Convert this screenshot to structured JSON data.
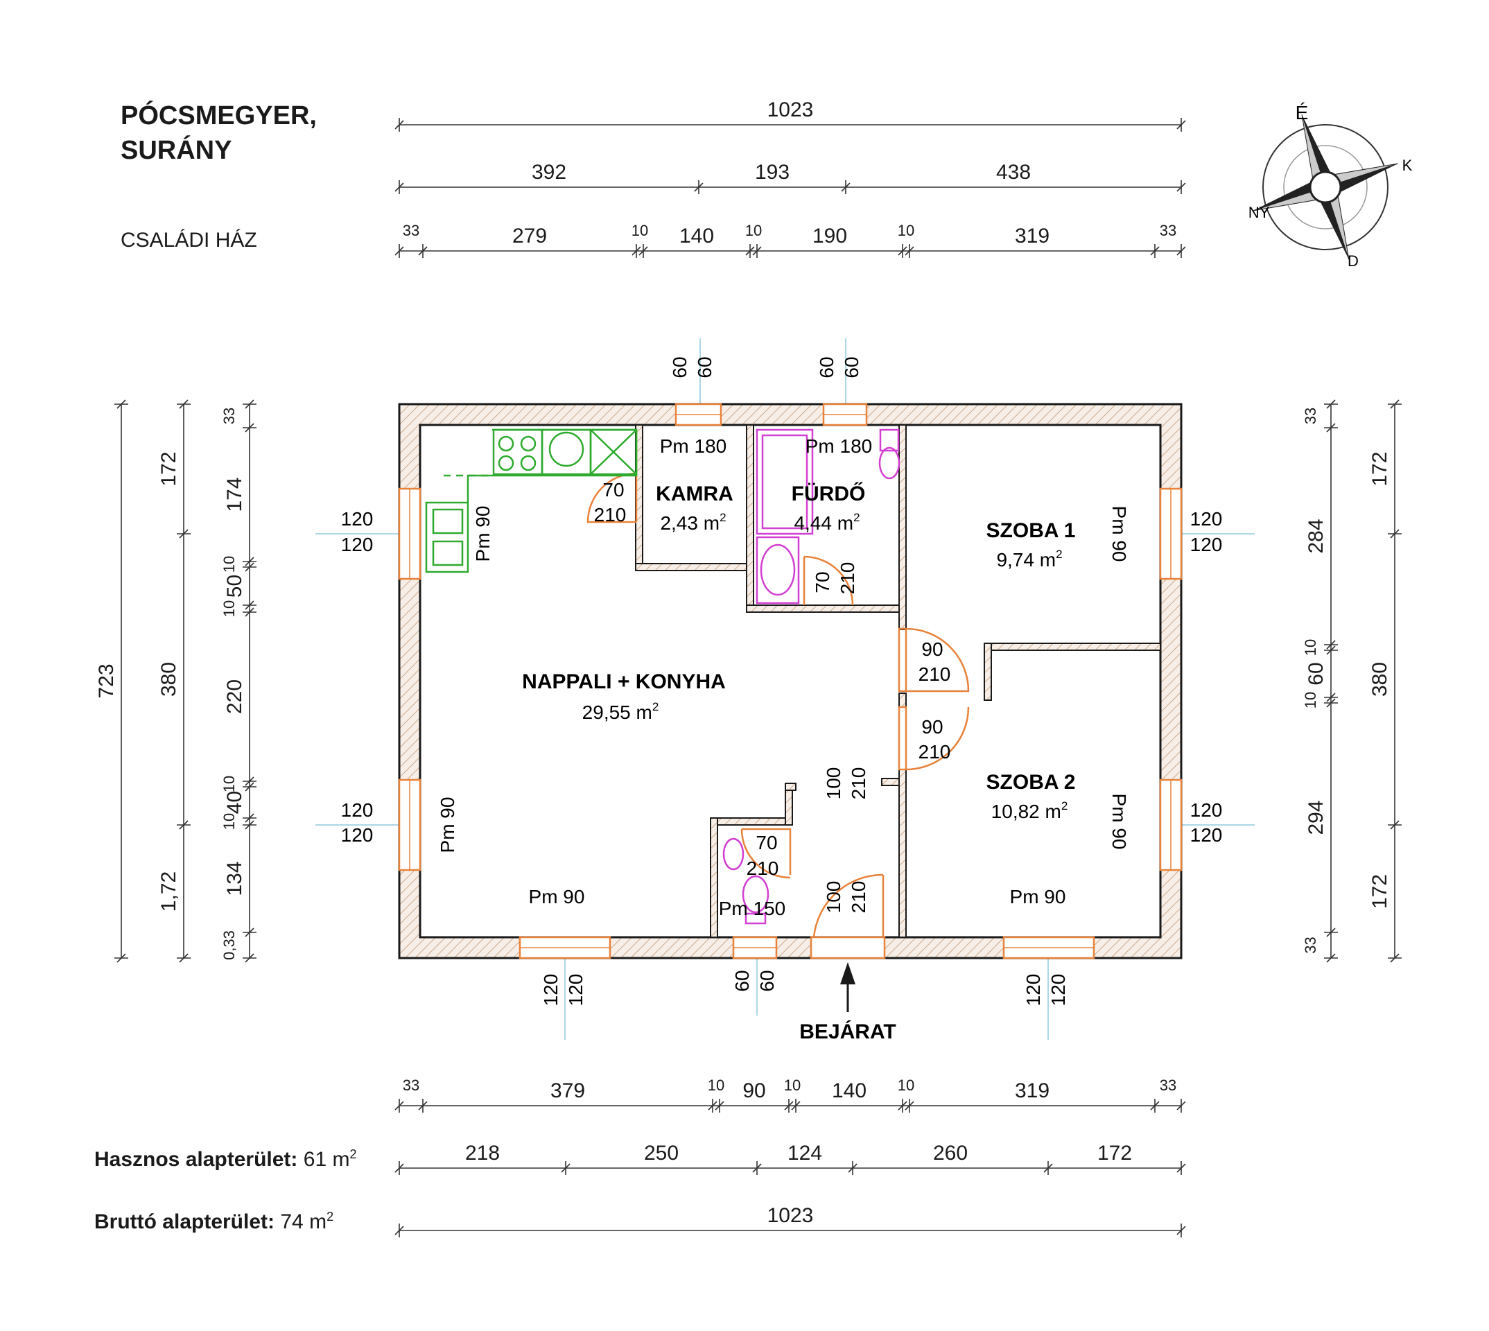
{
  "title_line1": "PÓCSMEGYER,",
  "title_line2": "SURÁNY",
  "subtitle": "CSALÁDI HÁZ",
  "area_net": {
    "label": "Hasznos alapterület:",
    "value": "61 m",
    "sup": "2"
  },
  "area_gross": {
    "label": "Bruttó alapterület:",
    "value": "74 m",
    "sup": "2"
  },
  "compass": {
    "n": "É",
    "e": "K",
    "s": "D",
    "w": "NY"
  },
  "entrance_label": "BEJÁRAT",
  "rooms": [
    {
      "name": "NAPPALI + KONYHA",
      "area": "29,55 m",
      "sup": "2"
    },
    {
      "name": "KAMRA",
      "area": "2,43 m",
      "sup": "2"
    },
    {
      "name": "FÜRDŐ",
      "area": "4,44 m",
      "sup": "2"
    },
    {
      "name": "SZOBA 1",
      "area": "9,74 m",
      "sup": "2"
    },
    {
      "name": "SZOBA 2",
      "area": "10,82 m",
      "sup": "2"
    }
  ],
  "dims": {
    "top_total": "1023",
    "top_mid": [
      "392",
      "193",
      "438"
    ],
    "top_detail": [
      "33",
      "279",
      "10",
      "140",
      "10",
      "190",
      "10",
      "319",
      "33"
    ],
    "bottom_detail": [
      "33",
      "379",
      "10",
      "90",
      "10",
      "140",
      "10",
      "319",
      "33"
    ],
    "bottom_mid": [
      "218",
      "250",
      "124",
      "260",
      "172"
    ],
    "bottom_total": "1023",
    "left_total": "723",
    "left_mid": [
      "172",
      "380",
      "1,72"
    ],
    "left_detail": [
      "33",
      "174",
      "10",
      "50",
      "10",
      "220",
      "10",
      "40",
      "10",
      "134",
      "0,33"
    ],
    "right_detail": [
      "33",
      "284",
      "10",
      "60",
      "10",
      "294",
      "33"
    ],
    "right_mid": [
      "172",
      "380",
      "172"
    ]
  },
  "openings": {
    "pm180": "Pm 180",
    "pm150": "Pm 150",
    "pm90": "Pm 90",
    "win_top_a": [
      "60",
      "60"
    ],
    "win_top_b": [
      "60",
      "60"
    ],
    "win_left_a": [
      "120",
      "120"
    ],
    "win_left_b": [
      "120",
      "120"
    ],
    "win_right_a": [
      "120",
      "120"
    ],
    "win_right_b": [
      "120",
      "120"
    ],
    "win_bot_a": [
      "120",
      "120"
    ],
    "win_bot_b": [
      "60",
      "60"
    ],
    "win_bot_c": [
      "120",
      "120"
    ],
    "door_kamra": [
      "70",
      "210"
    ],
    "door_furdo": [
      "70",
      "210"
    ],
    "door_szoba1": [
      "90",
      "210"
    ],
    "door_szoba2": [
      "90",
      "210"
    ],
    "door_wc": [
      "70",
      "210"
    ],
    "opening_hall": [
      "100",
      "210"
    ],
    "door_entrance": [
      "100",
      "210"
    ]
  },
  "colors": {
    "wall": "#1a1a1a",
    "hatch": "#c9a98f",
    "window": "#e8823a",
    "kitchen": "#2eaa2e",
    "sanitary": "#d23fd2",
    "axis": "#8fc9dc"
  }
}
